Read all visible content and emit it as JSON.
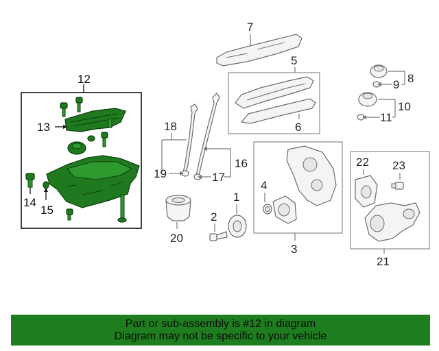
{
  "callouts": {
    "c1": "1",
    "c2": "2",
    "c3": "3",
    "c4": "4",
    "c5": "5",
    "c6": "6",
    "c7": "7",
    "c8": "8",
    "c9": "9",
    "c10": "10",
    "c11": "11",
    "c12": "12",
    "c13": "13",
    "c14": "14",
    "c15": "15",
    "c16": "16",
    "c17": "17",
    "c18": "18",
    "c19": "19",
    "c20": "20",
    "c21": "21",
    "c22": "22",
    "c23": "23"
  },
  "highlight": {
    "part_number": "12",
    "color": "#1e7d1e"
  },
  "footer": {
    "line1": "Part or sub-assembly is #12 in diagram",
    "line2": "Diagram may not be specific to your vehicle"
  }
}
